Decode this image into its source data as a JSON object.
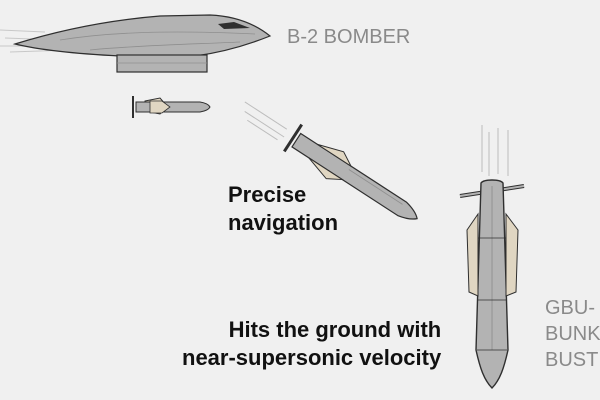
{
  "colors": {
    "background": "#f0f0f0",
    "metal": "#b3b3b3",
    "metal_dark": "#8f8f8f",
    "fin": "#e0d6c2",
    "outline": "#2f2f2f",
    "label_grey": "#8a8a8a",
    "label_dark": "#111111"
  },
  "labels": {
    "bomber": "B-2 BOMBER",
    "precise": [
      "Precise",
      "navigation"
    ],
    "hits": [
      "Hits the ground with",
      "near-supersonic velocity"
    ],
    "bunker": [
      "GBU-",
      "BUNK",
      "BUST"
    ]
  },
  "icons": {
    "bomber": "stealth-bomber-icon",
    "bomb": "bunker-buster-bomb-icon"
  }
}
